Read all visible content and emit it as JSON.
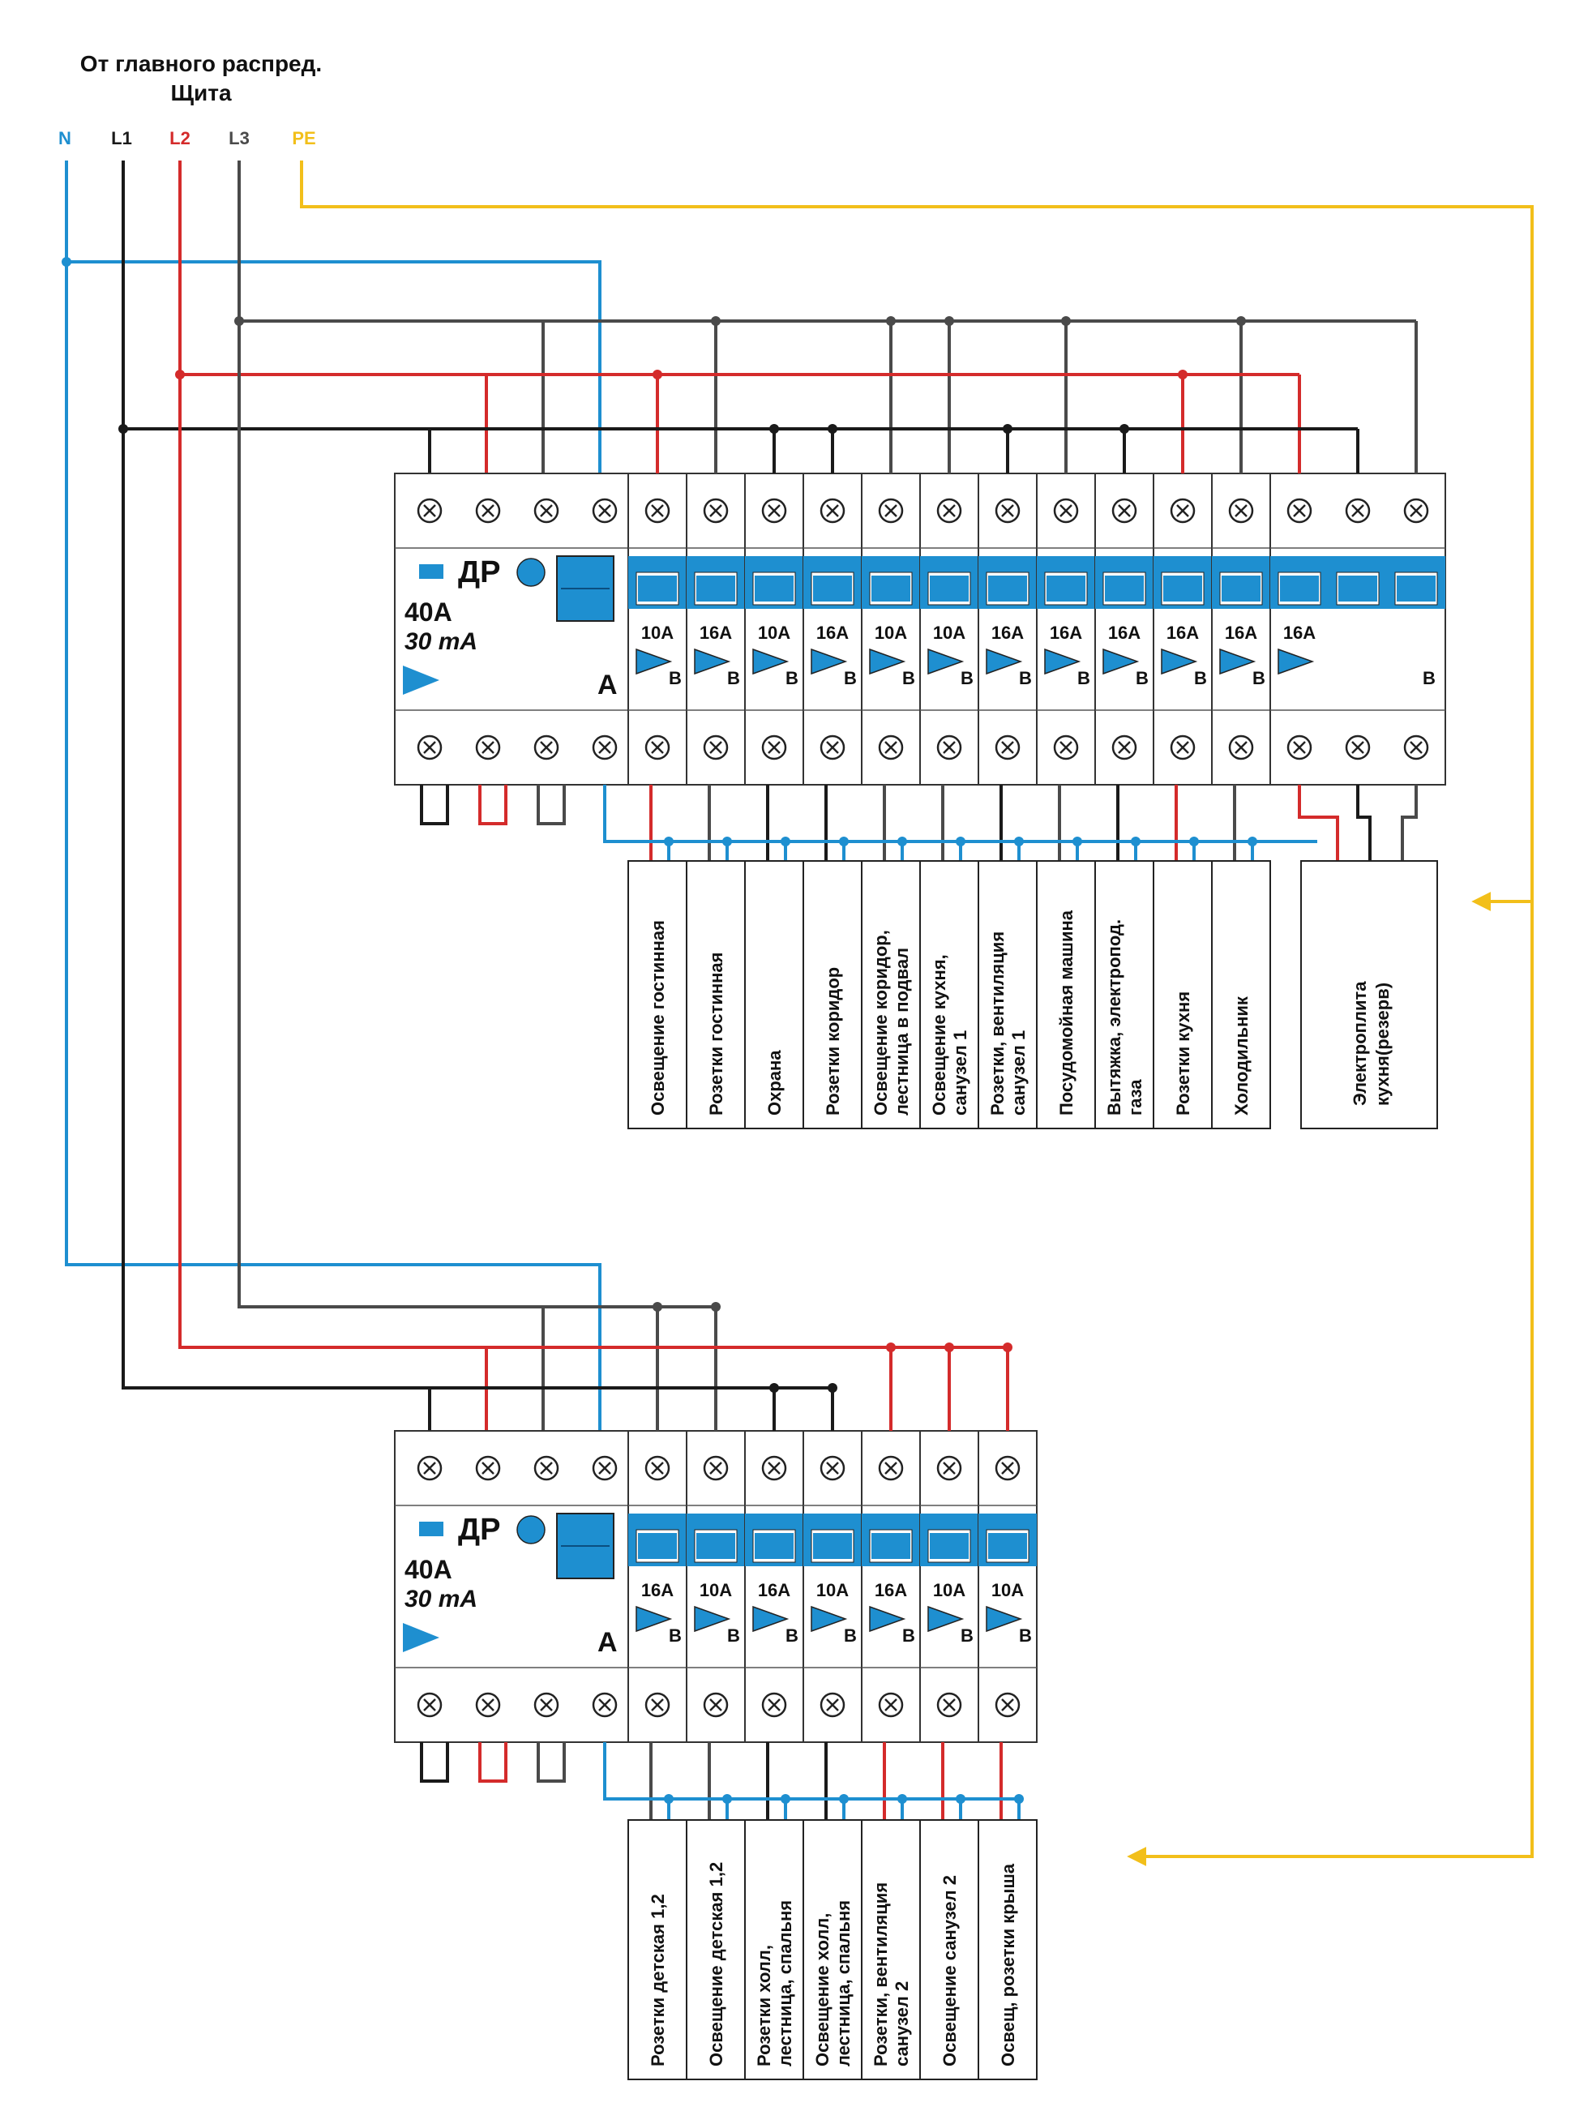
{
  "header": {
    "title_line1": "От главного распред.",
    "title_line2": "Щита"
  },
  "buses": [
    {
      "id": "N",
      "label": "N",
      "color": "#1e8fd0"
    },
    {
      "id": "L1",
      "label": "L1",
      "color": "#1a1a1a"
    },
    {
      "id": "L2",
      "label": "L2",
      "color": "#d42b2b"
    },
    {
      "id": "L3",
      "label": "L3",
      "color": "#4a4a4a"
    },
    {
      "id": "PE",
      "label": "PE",
      "color": "#f2bf1a"
    }
  ],
  "colors": {
    "module_outline": "#333333",
    "blue_accent": "#1e8fd0",
    "neutral_wire": "#1e8fd0",
    "pe_wire": "#f2bf1a",
    "l1_wire": "#1a1a1a",
    "l2_wire": "#d42b2b",
    "l3_wire": "#4a4a4a"
  },
  "panels": [
    {
      "id": "panel-1",
      "rcd": {
        "label": "ДР",
        "current": "40A",
        "sensitivity": "30 mA",
        "type": "A"
      },
      "breakers": [
        {
          "rating": "10A",
          "curve": "B",
          "phase": "L2",
          "circuit": [
            "Освещение гостинная"
          ]
        },
        {
          "rating": "16A",
          "curve": "B",
          "phase": "L3",
          "circuit": [
            "Розетки гостинная"
          ]
        },
        {
          "rating": "10A",
          "curve": "B",
          "phase": "L1",
          "circuit": [
            "Охрана"
          ]
        },
        {
          "rating": "16A",
          "curve": "B",
          "phase": "L1",
          "circuit": [
            "Розетки коридор"
          ]
        },
        {
          "rating": "10A",
          "curve": "B",
          "phase": "L3",
          "circuit": [
            "Освещение коридор,",
            "лестница в подвал"
          ]
        },
        {
          "rating": "10A",
          "curve": "B",
          "phase": "L3",
          "circuit": [
            "Освещение кухня,",
            "санузел 1"
          ]
        },
        {
          "rating": "16A",
          "curve": "B",
          "phase": "L1",
          "circuit": [
            "Розетки, вентиляция",
            "санузел 1"
          ]
        },
        {
          "rating": "16A",
          "curve": "B",
          "phase": "L3",
          "circuit": [
            "Посудомойная машина"
          ]
        },
        {
          "rating": "16A",
          "curve": "B",
          "phase": "L1",
          "circuit": [
            "Вытяжка, электропод.",
            "газа"
          ]
        },
        {
          "rating": "16A",
          "curve": "B",
          "phase": "L2",
          "circuit": [
            "Розетки кухня"
          ]
        },
        {
          "rating": "16A",
          "curve": "B",
          "phase": "L3",
          "circuit": [
            "Холодильник"
          ]
        }
      ],
      "three_pole": {
        "rating": "16A",
        "curve": "B",
        "circuit": [
          "Электроплита",
          "кухня(резерв)"
        ]
      }
    },
    {
      "id": "panel-2",
      "rcd": {
        "label": "ДР",
        "current": "40A",
        "sensitivity": "30 mA",
        "type": "A"
      },
      "breakers": [
        {
          "rating": "16A",
          "curve": "B",
          "phase": "L3",
          "circuit": [
            "Розетки детская 1,2"
          ]
        },
        {
          "rating": "10A",
          "curve": "B",
          "phase": "L3",
          "circuit": [
            "Освещение детская 1,2"
          ]
        },
        {
          "rating": "16A",
          "curve": "B",
          "phase": "L1",
          "circuit": [
            "Розетки холл,",
            "лестница, спальня"
          ]
        },
        {
          "rating": "10A",
          "curve": "B",
          "phase": "L1",
          "circuit": [
            "Освещение холл,",
            "лестница, спальня"
          ]
        },
        {
          "rating": "16A",
          "curve": "B",
          "phase": "L2",
          "circuit": [
            "Розетки, вентиляция",
            "санузел 2"
          ]
        },
        {
          "rating": "10A",
          "curve": "B",
          "phase": "L2",
          "circuit": [
            "Освещение санузел 2"
          ]
        },
        {
          "rating": "10A",
          "curve": "B",
          "phase": "L2",
          "circuit": [
            "Освещ, розетки крыша"
          ]
        }
      ]
    }
  ]
}
